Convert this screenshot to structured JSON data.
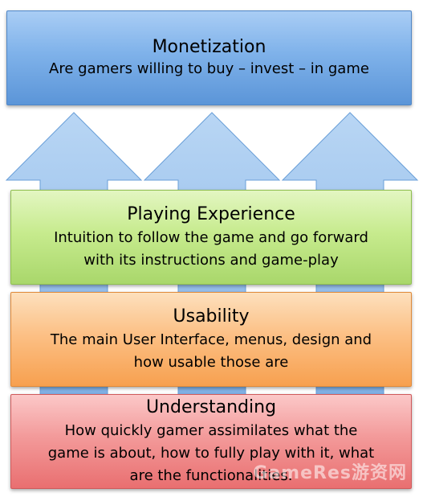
{
  "colors": {
    "monetization": "#7fb2ea",
    "playing": "#c7eb8e",
    "usability": "#fcc085",
    "understanding": "#f39a9a",
    "arrow": "#8fbcea"
  },
  "arrow_icon": "up-arrow-icon",
  "levels": {
    "monetization": {
      "title": "Monetization",
      "description": "Are gamers willing to buy – invest – in game"
    },
    "playing": {
      "title": "Playing Experience",
      "description_line1": "Intuition to follow the game and go forward",
      "description_line2": "with its instructions and game-play"
    },
    "usability": {
      "title": "Usability",
      "description_line1": "The main User Interface, menus, design and",
      "description_line2": "how usable those are"
    },
    "understanding": {
      "title": "Understanding",
      "description_line1": "How quickly gamer assimilates what the",
      "description_line2": "game is about, how to fully play with it, what",
      "description_line3": "are the functionalities."
    }
  },
  "watermark": "GameRes游资网"
}
